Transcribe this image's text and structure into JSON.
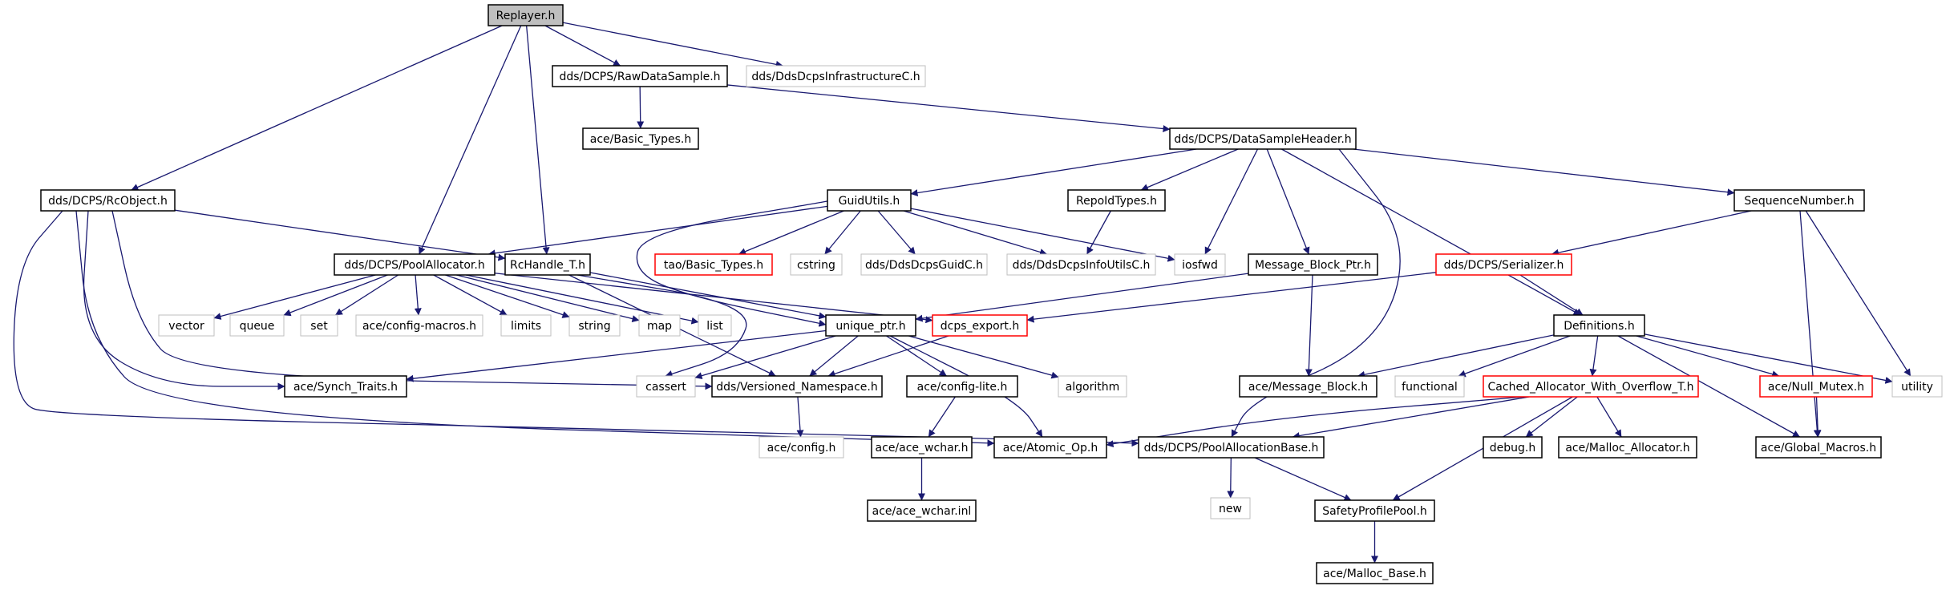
{
  "graph": {
    "nodes": [
      {
        "id": "replayer",
        "label": "Replayer.h",
        "kind": "root"
      },
      {
        "id": "rawdatasample",
        "label": "dds/DCPS/RawDataSample.h",
        "kind": "normal"
      },
      {
        "id": "infracor",
        "label": "dds/DdsDcpsInfrastructureC.h",
        "kind": "gray"
      },
      {
        "id": "basictypes_ace",
        "label": "ace/Basic_Types.h",
        "kind": "normal"
      },
      {
        "id": "datasampleheader",
        "label": "dds/DCPS/DataSampleHeader.h",
        "kind": "normal"
      },
      {
        "id": "rcobject",
        "label": "dds/DCPS/RcObject.h",
        "kind": "normal"
      },
      {
        "id": "guidutils",
        "label": "GuidUtils.h",
        "kind": "normal"
      },
      {
        "id": "repoidtypes",
        "label": "RepoIdTypes.h",
        "kind": "normal"
      },
      {
        "id": "sequencenumber",
        "label": "SequenceNumber.h",
        "kind": "normal"
      },
      {
        "id": "poolallocator",
        "label": "dds/DCPS/PoolAllocator.h",
        "kind": "normal"
      },
      {
        "id": "rchandle",
        "label": "RcHandle_T.h",
        "kind": "normal"
      },
      {
        "id": "taobasic",
        "label": "tao/Basic_Types.h",
        "kind": "red"
      },
      {
        "id": "cstring",
        "label": "cstring",
        "kind": "gray"
      },
      {
        "id": "guidc",
        "label": "dds/DdsDcpsGuidC.h",
        "kind": "gray"
      },
      {
        "id": "infoutilsc",
        "label": "dds/DdsDcpsInfoUtilsC.h",
        "kind": "gray"
      },
      {
        "id": "iosfwd",
        "label": "iosfwd",
        "kind": "gray"
      },
      {
        "id": "msgblockptr",
        "label": "Message_Block_Ptr.h",
        "kind": "normal"
      },
      {
        "id": "serializer",
        "label": "dds/DCPS/Serializer.h",
        "kind": "red"
      },
      {
        "id": "vector",
        "label": "vector",
        "kind": "gray"
      },
      {
        "id": "queue",
        "label": "queue",
        "kind": "gray"
      },
      {
        "id": "set",
        "label": "set",
        "kind": "gray"
      },
      {
        "id": "configmacros",
        "label": "ace/config-macros.h",
        "kind": "gray"
      },
      {
        "id": "limits",
        "label": "limits",
        "kind": "gray"
      },
      {
        "id": "string",
        "label": "string",
        "kind": "gray"
      },
      {
        "id": "map",
        "label": "map",
        "kind": "gray"
      },
      {
        "id": "list",
        "label": "list",
        "kind": "gray"
      },
      {
        "id": "uniqueptr",
        "label": "unique_ptr.h",
        "kind": "normal"
      },
      {
        "id": "dcpsexport",
        "label": "dcps_export.h",
        "kind": "red"
      },
      {
        "id": "definitions",
        "label": "Definitions.h",
        "kind": "normal"
      },
      {
        "id": "synchtraits",
        "label": "ace/Synch_Traits.h",
        "kind": "normal"
      },
      {
        "id": "cassert",
        "label": "cassert",
        "kind": "gray"
      },
      {
        "id": "versioned",
        "label": "dds/Versioned_Namespace.h",
        "kind": "normal"
      },
      {
        "id": "configlite",
        "label": "ace/config-lite.h",
        "kind": "normal"
      },
      {
        "id": "algorithm",
        "label": "algorithm",
        "kind": "gray"
      },
      {
        "id": "msgblock",
        "label": "ace/Message_Block.h",
        "kind": "normal"
      },
      {
        "id": "functional",
        "label": "functional",
        "kind": "gray"
      },
      {
        "id": "cachedalloc",
        "label": "Cached_Allocator_With_Overflow_T.h",
        "kind": "red"
      },
      {
        "id": "nullmutex",
        "label": "ace/Null_Mutex.h",
        "kind": "red"
      },
      {
        "id": "utility",
        "label": "utility",
        "kind": "gray"
      },
      {
        "id": "aceconfig",
        "label": "ace/config.h",
        "kind": "gray"
      },
      {
        "id": "acewchar",
        "label": "ace/ace_wchar.h",
        "kind": "normal"
      },
      {
        "id": "atomicop",
        "label": "ace/Atomic_Op.h",
        "kind": "normal"
      },
      {
        "id": "poolallocbase",
        "label": "dds/DCPS/PoolAllocationBase.h",
        "kind": "normal"
      },
      {
        "id": "debug",
        "label": "debug.h",
        "kind": "normal"
      },
      {
        "id": "mallocallocator",
        "label": "ace/Malloc_Allocator.h",
        "kind": "normal"
      },
      {
        "id": "globalmacros",
        "label": "ace/Global_Macros.h",
        "kind": "normal"
      },
      {
        "id": "acewcharinl",
        "label": "ace/ace_wchar.inl",
        "kind": "normal"
      },
      {
        "id": "new",
        "label": "new",
        "kind": "gray"
      },
      {
        "id": "safetyprofilepool",
        "label": "SafetyProfilePool.h",
        "kind": "normal"
      },
      {
        "id": "mallocbase",
        "label": "ace/Malloc_Base.h",
        "kind": "normal"
      }
    ],
    "edges": [
      [
        "replayer",
        "rawdatasample"
      ],
      [
        "replayer",
        "infracor"
      ],
      [
        "replayer",
        "rcobject"
      ],
      [
        "replayer",
        "poolallocator"
      ],
      [
        "replayer",
        "rchandle"
      ],
      [
        "rawdatasample",
        "basictypes_ace"
      ],
      [
        "rawdatasample",
        "datasampleheader"
      ],
      [
        "datasampleheader",
        "guidutils"
      ],
      [
        "datasampleheader",
        "repoidtypes"
      ],
      [
        "datasampleheader",
        "iosfwd"
      ],
      [
        "datasampleheader",
        "msgblockptr"
      ],
      [
        "datasampleheader",
        "poolallocbase"
      ],
      [
        "datasampleheader",
        "definitions"
      ],
      [
        "datasampleheader",
        "sequencenumber"
      ],
      [
        "rcobject",
        "rchandle"
      ],
      [
        "rcobject",
        "synchtraits"
      ],
      [
        "rcobject",
        "versioned"
      ],
      [
        "rcobject",
        "atomicop"
      ],
      [
        "rcobject",
        "poolallocbase"
      ],
      [
        "guidutils",
        "poolallocator"
      ],
      [
        "guidutils",
        "uniqueptr"
      ],
      [
        "guidutils",
        "taobasic"
      ],
      [
        "guidutils",
        "cstring"
      ],
      [
        "guidutils",
        "guidc"
      ],
      [
        "guidutils",
        "infoutilsc"
      ],
      [
        "guidutils",
        "iosfwd"
      ],
      [
        "repoidtypes",
        "infoutilsc"
      ],
      [
        "sequencenumber",
        "serializer"
      ],
      [
        "sequencenumber",
        "utility"
      ],
      [
        "sequencenumber",
        "globalmacros"
      ],
      [
        "poolallocator",
        "vector"
      ],
      [
        "poolallocator",
        "queue"
      ],
      [
        "poolallocator",
        "set"
      ],
      [
        "poolallocator",
        "configmacros"
      ],
      [
        "poolallocator",
        "limits"
      ],
      [
        "poolallocator",
        "string"
      ],
      [
        "poolallocator",
        "map"
      ],
      [
        "poolallocator",
        "list"
      ],
      [
        "poolallocator",
        "dcpsexport"
      ],
      [
        "rchandle",
        "uniqueptr"
      ],
      [
        "rchandle",
        "versioned"
      ],
      [
        "rchandle",
        "cassert"
      ],
      [
        "msgblockptr",
        "uniqueptr"
      ],
      [
        "msgblockptr",
        "msgblock"
      ],
      [
        "serializer",
        "dcpsexport"
      ],
      [
        "serializer",
        "definitions"
      ],
      [
        "uniqueptr",
        "synchtraits"
      ],
      [
        "uniqueptr",
        "cassert"
      ],
      [
        "uniqueptr",
        "versioned"
      ],
      [
        "uniqueptr",
        "configlite"
      ],
      [
        "uniqueptr",
        "algorithm"
      ],
      [
        "uniqueptr",
        "atomicop"
      ],
      [
        "dcpsexport",
        "versioned"
      ],
      [
        "definitions",
        "msgblock"
      ],
      [
        "definitions",
        "functional"
      ],
      [
        "definitions",
        "cachedalloc"
      ],
      [
        "definitions",
        "nullmutex"
      ],
      [
        "definitions",
        "utility"
      ],
      [
        "definitions",
        "globalmacros"
      ],
      [
        "versioned",
        "aceconfig"
      ],
      [
        "configlite",
        "acewchar"
      ],
      [
        "acewchar",
        "acewcharinl"
      ],
      [
        "cachedalloc",
        "atomicop"
      ],
      [
        "cachedalloc",
        "poolallocbase"
      ],
      [
        "cachedalloc",
        "debug"
      ],
      [
        "cachedalloc",
        "mallocallocator"
      ],
      [
        "cachedalloc",
        "safetyprofilepool"
      ],
      [
        "nullmutex",
        "globalmacros"
      ],
      [
        "poolallocbase",
        "new"
      ],
      [
        "poolallocbase",
        "safetyprofilepool"
      ],
      [
        "safetyprofilepool",
        "mallocbase"
      ]
    ],
    "colors": {
      "edge": "#191970",
      "normal_border": "#000000",
      "gray_border": "#bfbfbf",
      "red_border": "#ff0000",
      "root_fill": "#bfbfbf",
      "text": "#000000"
    }
  }
}
